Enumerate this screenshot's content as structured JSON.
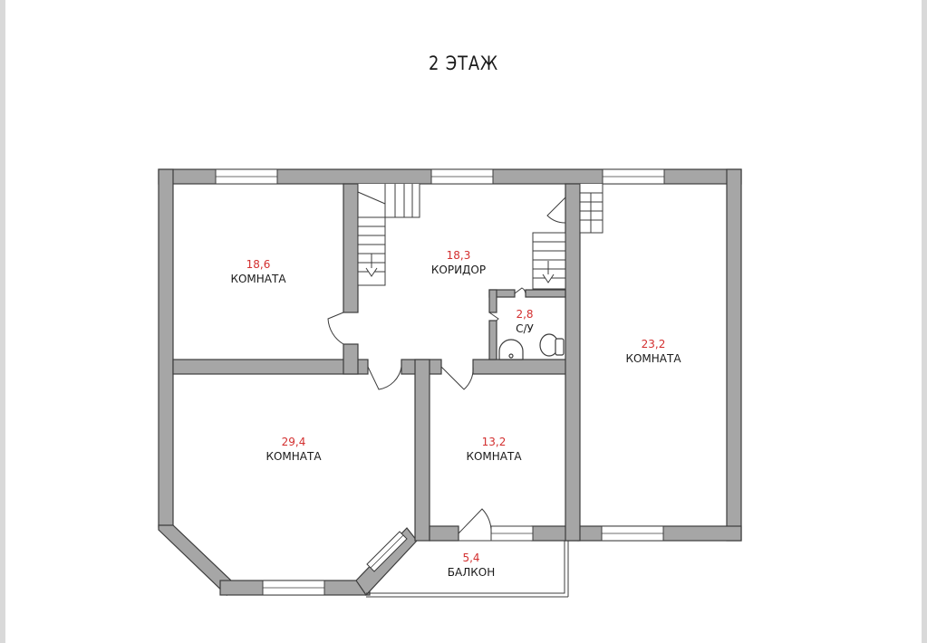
{
  "title": "2 ЭТАЖ",
  "rooms": [
    {
      "area": "18,6",
      "name": "КОМНАТА"
    },
    {
      "area": "18,3",
      "name": "КОРИДОР"
    },
    {
      "area": "2,8",
      "name": "С/У"
    },
    {
      "area": "23,2",
      "name": "КОМНАТА"
    },
    {
      "area": "29,4",
      "name": "КОМНАТА"
    },
    {
      "area": "13,2",
      "name": "КОМНАТА"
    },
    {
      "area": "5,4",
      "name": "БАЛКОН"
    }
  ],
  "colors": {
    "wall": "#a6a6a6",
    "area_text": "#d32f2f",
    "label_text": "#1a1a1a"
  }
}
